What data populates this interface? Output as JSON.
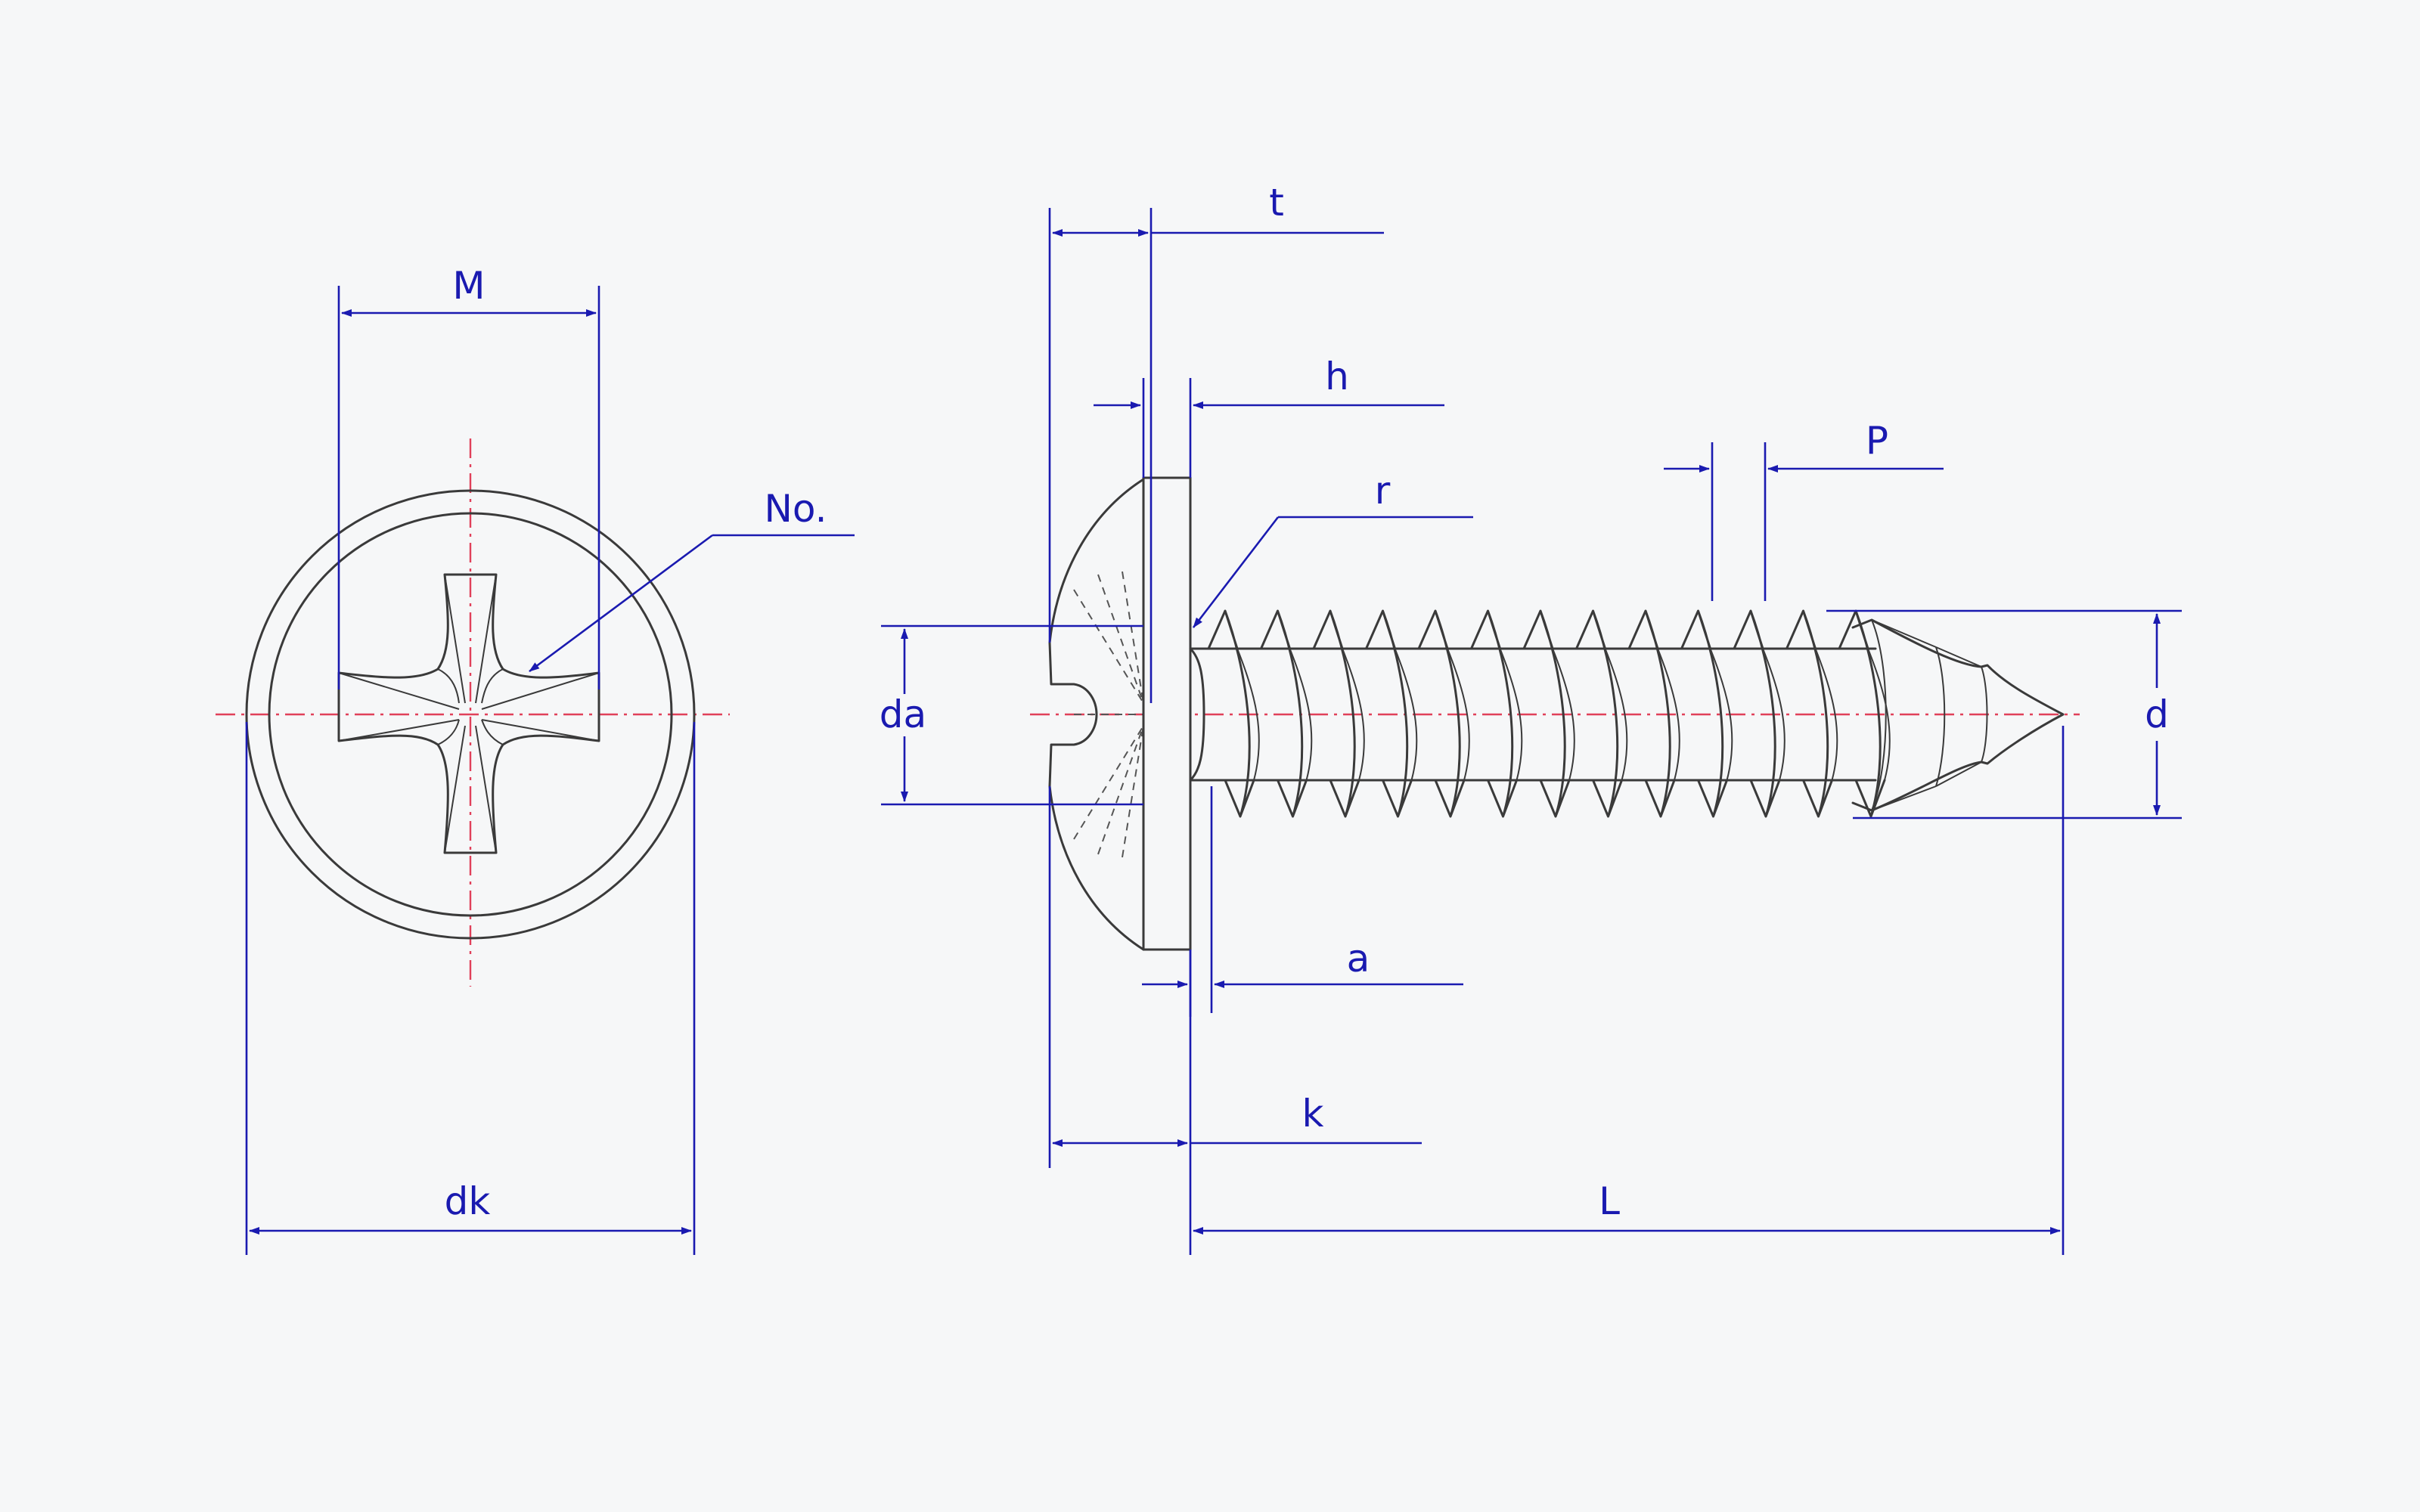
{
  "colors": {
    "background": "#f6f7f8",
    "outline": "#3a3a3a",
    "dimension": "#1a1ab0",
    "centerline": "#e0405a"
  },
  "front_view": {
    "labels": {
      "M": "M",
      "no": "No.",
      "dk": "dk"
    }
  },
  "side_view": {
    "labels": {
      "t": "t",
      "h": "h",
      "r": "r",
      "P": "P",
      "da": "da",
      "d": "d",
      "a": "a",
      "k": "k",
      "L": "L"
    }
  }
}
